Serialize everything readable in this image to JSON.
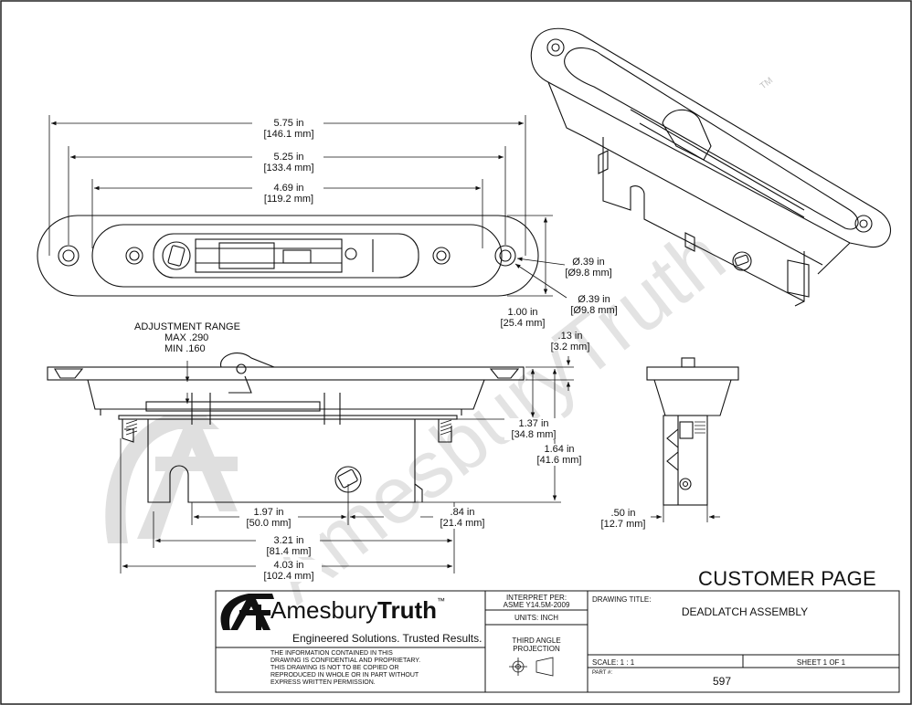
{
  "dimensions": {
    "top_width_overall": "5.75 in",
    "top_width_overall_mm": "[146.1 mm]",
    "top_width_holes": "5.25 in",
    "top_width_holes_mm": "[133.4 mm]",
    "top_width_inner": "4.69 in",
    "top_width_inner_mm": "[119.2 mm]",
    "hole_dia_1": "Ø.39 in",
    "hole_dia_1_mm": "[Ø9.8 mm]",
    "hole_dia_2": "Ø.39 in",
    "hole_dia_2_mm": "[Ø9.8 mm]",
    "face_height": "1.00 in",
    "face_height_mm": "[25.4 mm]",
    "adjustment_title": "ADJUSTMENT RANGE",
    "adjustment_max": "MAX .290",
    "adjustment_min": "MIN .160",
    "flange_thickness": ".13 in",
    "flange_thickness_mm": "[3.2 mm]",
    "depth_1": "1.37 in",
    "depth_1_mm": "[34.8 mm]",
    "depth_2": "1.64 in",
    "depth_2_mm": "[41.6 mm]",
    "backset": "1.97 in",
    "backset_mm": "[50.0 mm]",
    "right_offset": ".84 in",
    "right_offset_mm": "[21.4 mm]",
    "body_length_1": "3.21 in",
    "body_length_1_mm": "[81.4 mm]",
    "body_length_2": "4.03 in",
    "body_length_2_mm": "[102.4 mm]",
    "side_width": ".50 in",
    "side_width_mm": "[12.7 mm]"
  },
  "watermark": "AmesburyTruth",
  "watermark_tm": "TM",
  "page_label": "CUSTOMER PAGE",
  "title_block": {
    "brand_light": "Amesbury",
    "brand_bold": "Truth",
    "brand_tm": "™",
    "tagline": "Engineered Solutions. Trusted Results.",
    "confidential": "THE INFORMATION CONTAINED IN THIS\nDRAWING IS CONFIDENTIAL AND PROPRIETARY.\nTHIS DRAWING IS NOT TO BE COPIED OR\nREPRODUCED IN WHOLE OR IN PART WITHOUT\nEXPRESS WRITTEN PERMISSION.",
    "interpret_label": "INTERPRET PER:",
    "interpret_value": "ASME Y14.5M-2009",
    "units": "UNITS:  INCH",
    "projection": "THIRD ANGLE\nPROJECTION",
    "drawing_title_label": "DRAWING TITLE:",
    "drawing_title": "DEADLATCH ASSEMBLY",
    "scale": "SCALE:  1 : 1",
    "sheet": "SHEET 1  OF 1",
    "part_label": "PART #:",
    "part_number": "597"
  }
}
